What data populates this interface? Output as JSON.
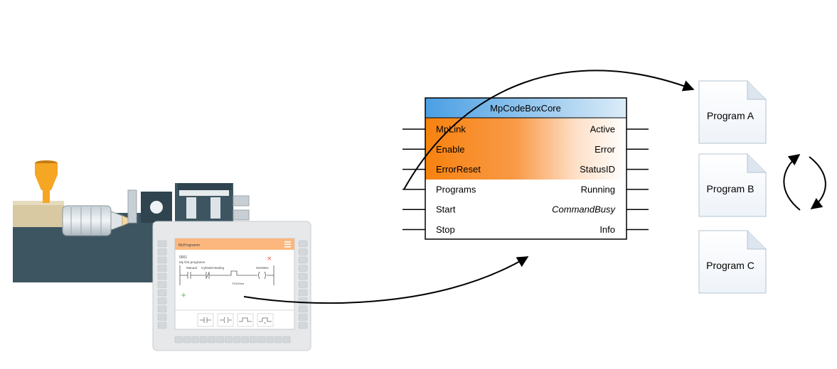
{
  "function_block": {
    "title": "MpCodeBoxCore",
    "inputs": [
      "MpLink",
      "Enable",
      "ErrorReset",
      "Programs",
      "Start",
      "Stop"
    ],
    "outputs": [
      "Active",
      "Error",
      "StatusID",
      "Running",
      "CommandBusy",
      "Info"
    ]
  },
  "programs": [
    "Program A",
    "Program B",
    "Program C"
  ],
  "panel": {
    "header": "MyProgramm",
    "item_number": "0001",
    "item_comment": "My first programm",
    "contacts": [
      "Manual",
      "CylinderHeating",
      "SetValve"
    ],
    "timer_label": "TK200ms",
    "add_symbol": "+",
    "delete_symbol": "×"
  },
  "colors": {
    "block_header": "#5aa9e6",
    "block_input_fill": "#f7820e",
    "machine_body": "#3d5561",
    "machine_tan": "#d8c9a3",
    "hopper": "#f5a623",
    "panel_header": "#fbb77e"
  }
}
